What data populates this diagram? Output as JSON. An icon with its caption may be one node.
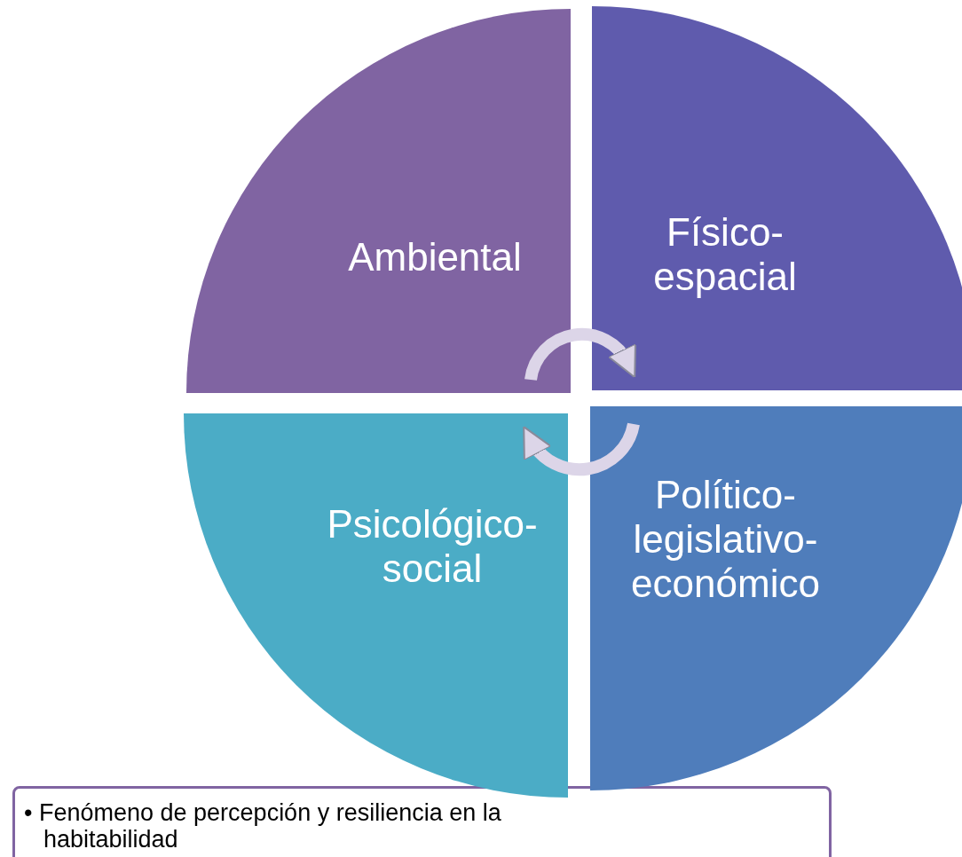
{
  "diagram": {
    "nodes": [
      {
        "text": [
          "Ambiental"
        ]
      },
      {
        "text": [
          "Físico-espacial"
        ]
      },
      {
        "text": [
          "Psicológico-social"
        ]
      },
      {
        "text": [
          "Político-legislativo-económico"
        ]
      },
      {
        "text": [
          "• Fenómeno de percepción y resiliencia en la habitabilidad"
        ]
      }
    ],
    "edges": [
      {
        "from": 0,
        "to": 1,
        "arrow": "to"
      },
      {
        "from": 3,
        "to": 2,
        "arrow": "to"
      }
    ]
  }
}
